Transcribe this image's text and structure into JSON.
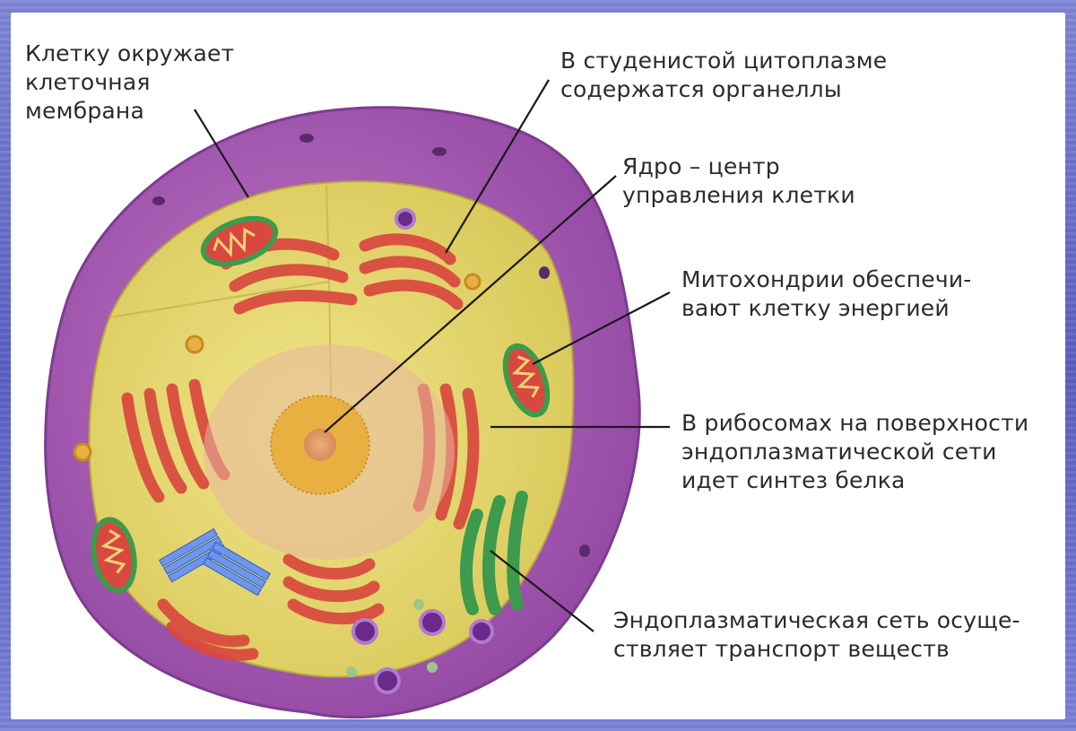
{
  "labels": {
    "membrane": "Клетку окружает\nклеточная\nмембрана",
    "cytoplasm": "В студенистой цитоплазме\nсодержатся органеллы",
    "nucleus": "Ядро – центр\nуправления клетки",
    "mitochondria": "Митохондрии обеспечи-\nвают клетку энергией",
    "ribosomes": "В рибосомах на поверхности\nэндоплазматической сети\nидет синтез белка",
    "er": "Эндоплазматическая сеть осуще-\nствляет транспорт веществ"
  },
  "colors": {
    "membrane": "#a85bb0",
    "membrane_dark": "#7d3c8f",
    "cytoplasm": "#e9dc72",
    "er_red": "#d9483e",
    "golgi_green": "#3e9a4c",
    "centriole_blue": "#4a78d8",
    "nucleus": "#e5a06a",
    "leader_line": "#1a1a1a"
  }
}
